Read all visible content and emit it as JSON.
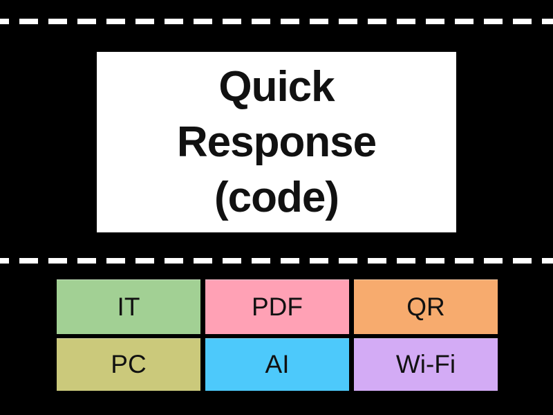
{
  "stage": {
    "background_color": "#000000",
    "divider_color": "#ffffff"
  },
  "question": {
    "text": "Quick Response (code)",
    "lines": [
      "Quick",
      "Response",
      "(code)"
    ],
    "card_color": "#ffffff",
    "text_color": "#111111"
  },
  "answers": {
    "items": [
      {
        "label": "IT",
        "color": "#a2d094"
      },
      {
        "label": "PDF",
        "color": "#ffa1b5"
      },
      {
        "label": "QR",
        "color": "#f7ab6e"
      },
      {
        "label": "PC",
        "color": "#cbc97b"
      },
      {
        "label": "AI",
        "color": "#4dc9fb"
      },
      {
        "label": "Wi-Fi",
        "color": "#d3abf5"
      }
    ]
  }
}
